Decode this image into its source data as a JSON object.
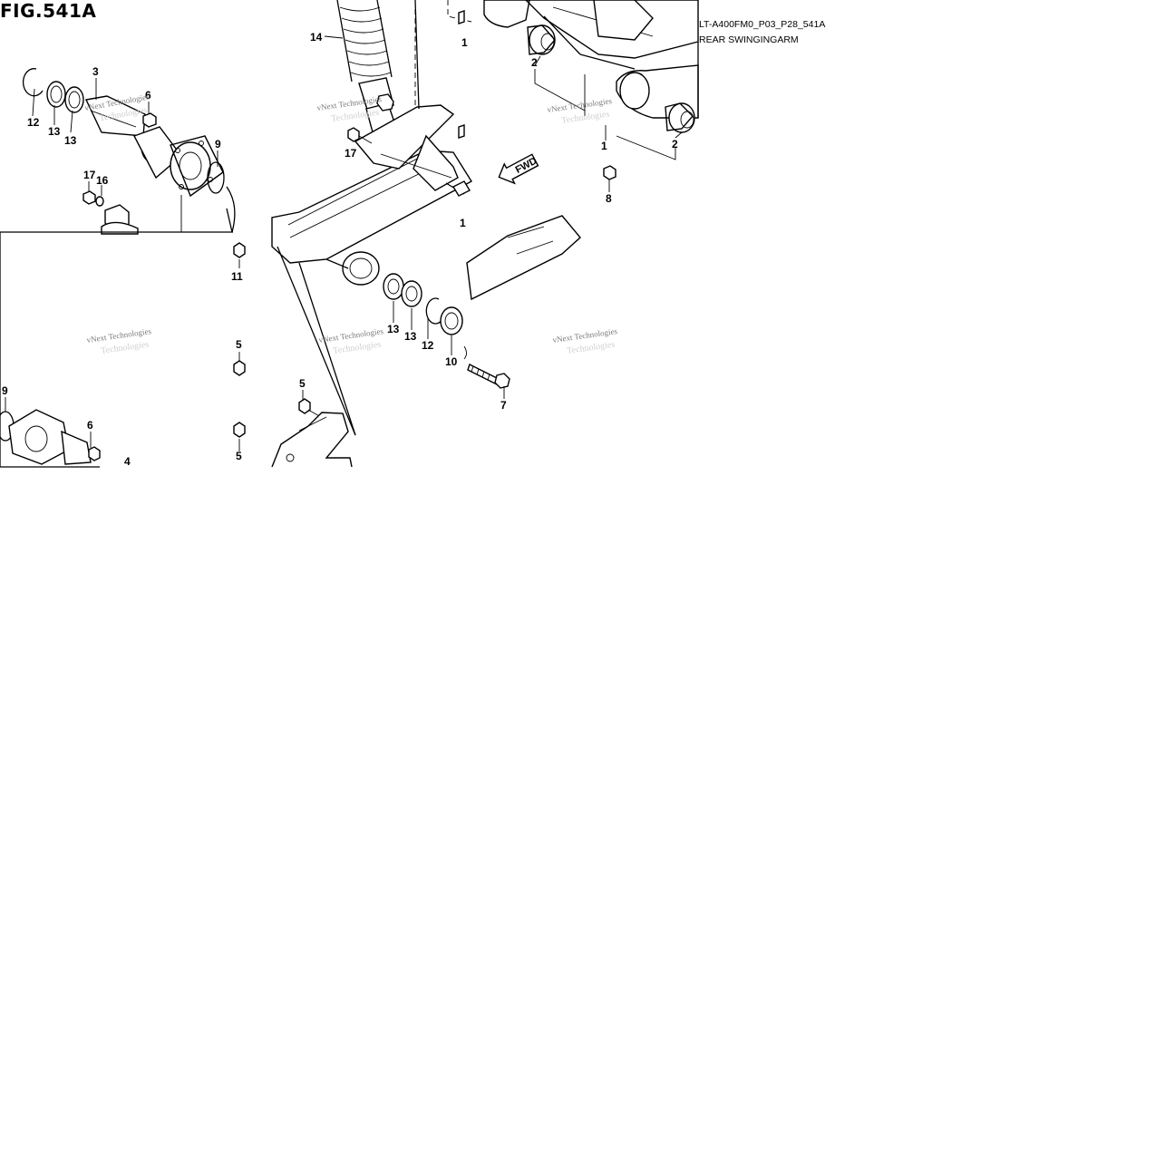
{
  "figure": {
    "title": "FIG.541A",
    "reference_code": "LT-A400FM0_P03_P28_541A",
    "section_name": "REAR SWINGINGARM"
  },
  "fwd_label": "FWD",
  "watermark": {
    "line1": "vNext Technologies",
    "line2": "Technologies"
  },
  "callouts": {
    "c1": "1",
    "c2a": "2",
    "c2b": "2",
    "c3": "3",
    "c4": "4",
    "c5a": "5",
    "c5b": "5",
    "c5c": "5",
    "c6a": "6",
    "c6b": "6",
    "c7": "7",
    "c8": "8",
    "c9a": "9",
    "c9b": "9",
    "c10": "10",
    "c11": "11",
    "c12a": "12",
    "c12b": "12",
    "c13a": "13",
    "c13b": "13",
    "c13c": "13",
    "c13d": "13",
    "c14": "14",
    "c16": "16",
    "c17a": "17",
    "c17b": "17",
    "c1_partial_a": "1",
    "c1_partial_b": "1"
  },
  "colors": {
    "line": "#000000",
    "background": "#ffffff",
    "watermark": "#7a7a7a"
  }
}
